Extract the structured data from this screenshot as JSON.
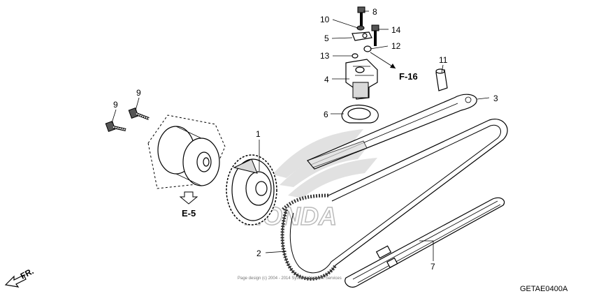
{
  "diagram": {
    "callouts": [
      {
        "id": "1",
        "label": "1"
      },
      {
        "id": "2",
        "label": "2"
      },
      {
        "id": "3",
        "label": "3"
      },
      {
        "id": "4",
        "label": "4"
      },
      {
        "id": "5",
        "label": "5"
      },
      {
        "id": "6",
        "label": "6"
      },
      {
        "id": "7",
        "label": "7"
      },
      {
        "id": "8",
        "label": "8"
      },
      {
        "id": "9a",
        "label": "9"
      },
      {
        "id": "9b",
        "label": "9"
      },
      {
        "id": "10",
        "label": "10"
      },
      {
        "id": "11",
        "label": "11"
      },
      {
        "id": "12",
        "label": "12"
      },
      {
        "id": "13",
        "label": "13"
      },
      {
        "id": "14",
        "label": "14"
      }
    ],
    "references": {
      "f16": "F-16",
      "e5": "E-5"
    },
    "front_indicator": "FR.",
    "watermark": "HONDA",
    "copyright": "Page design (c) 2004 - 2014 Systems Network Services",
    "diagram_code": "GETAE0400A"
  }
}
